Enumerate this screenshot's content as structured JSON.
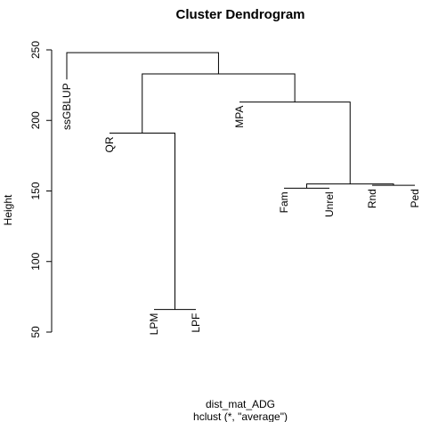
{
  "chart_data": {
    "type": "dendrogram",
    "title": "Cluster Dendrogram",
    "ylabel": "Height",
    "xlabel": "dist_mat_ADG",
    "sublabel": "hclust (*, \"average\")",
    "ylim": [
      50,
      250
    ],
    "yticks": [
      50,
      100,
      150,
      200,
      250
    ],
    "ytick_labels": [
      "50",
      "100",
      "150",
      "200",
      "250"
    ],
    "leaves": [
      {
        "label": "ssGBLUP",
        "height": 229
      },
      {
        "label": "QR",
        "height": 191
      },
      {
        "label": "LPM",
        "height": 66
      },
      {
        "label": "LPF",
        "height": 66
      },
      {
        "label": "MPA",
        "height": 213
      },
      {
        "label": "Fam",
        "height": 152
      },
      {
        "label": "Unrel",
        "height": 152
      },
      {
        "label": "Rnd",
        "height": 154
      },
      {
        "label": "Ped",
        "height": 154
      }
    ],
    "merges": [
      {
        "left": "LPM",
        "right": "LPF",
        "height": 66
      },
      {
        "left": "Fam",
        "right": "Unrel",
        "height": 152
      },
      {
        "left": "Rnd",
        "right": "Ped",
        "height": 154
      },
      {
        "left": "Fam+Unrel",
        "right": "Rnd+Ped",
        "height": 155
      },
      {
        "left": "QR",
        "right": "LPM+LPF",
        "height": 191
      },
      {
        "left": "MPA",
        "right": "Fam+Unrel+Rnd+Ped",
        "height": 213
      },
      {
        "left": "QR+LPM+LPF",
        "right": "MPA+Fam+Unrel+Rnd+Ped",
        "height": 233
      },
      {
        "left": "ssGBLUP",
        "right": "rest",
        "height": 248
      }
    ]
  }
}
